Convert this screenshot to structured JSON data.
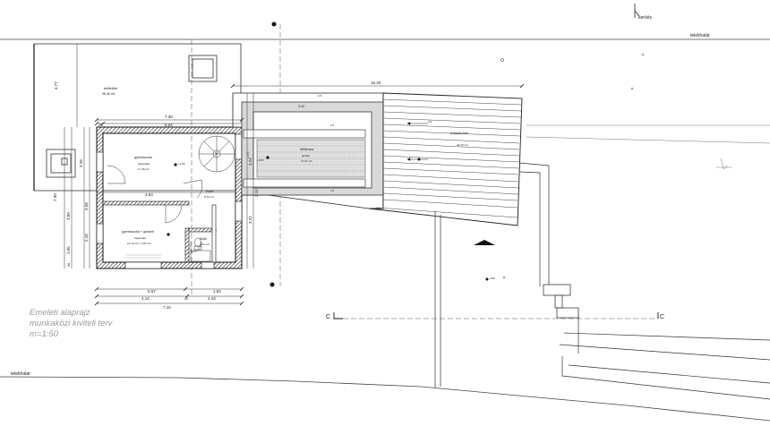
{
  "caption": {
    "line1": "Emeleti alaprajz",
    "line2": "munkaközi kiviteli terv",
    "line3": "m=1:50"
  },
  "boundary": {
    "top_label": "telekhatár",
    "left_label": "telekhatár",
    "neighbor_label": "kerítés"
  },
  "rooms": {
    "roof_area": {
      "name": "tetőfelület",
      "area": "38.46 m2"
    },
    "room_upper": {
      "name": "gyerekszoba",
      "floor": "hajópadló",
      "area": "17.28 m2"
    },
    "hall": {
      "name": "előtér",
      "area": "8.70 m2"
    },
    "room_lower": {
      "name": "gyerekszoba + gardrób",
      "floor": "hajópadló",
      "area": "13.10 m2 + 2.83 m2"
    },
    "bath": {
      "name": "fürdő",
      "area": "4.91 m2"
    },
    "terrace": {
      "name": "tetőterasz",
      "floor": "járólap",
      "area": "17.07 m2"
    },
    "roof_right": {
      "name": "lemezes tető",
      "area": "40.40 m2"
    }
  },
  "dimensions": {
    "top_total": "15.20",
    "w_7_30": "7.30",
    "w_6_54": "6.54",
    "w_45": "45",
    "w_4_53": "4.53",
    "h_4_77": "4.77",
    "h_7_30": "7.30",
    "h_3_89": "3.89",
    "h_3_28": "3.28",
    "h_1_95": "1.95",
    "h_45": "45",
    "h_3_58": "3.58",
    "h_2_18": "2.18",
    "h_3_24": "3.24",
    "h_3_22": "3.22",
    "h_2_15": "2.15",
    "b_5_57": "5.57",
    "b_1_52": "1.52",
    "b_4_12": "4.12",
    "b_2_43": "2.43",
    "b_20": "20",
    "b_7_10": "7.10",
    "roof_2_15": "2.5",
    "terrace_w": "3.40",
    "slope1": "2.5",
    "slope2": "2.5",
    "slope3": "2.5",
    "level1": "+3.60",
    "level2": "+3.60",
    "level3": "+3.80",
    "ground": "0.80"
  },
  "section": {
    "left": "C",
    "right": "C"
  },
  "colors": {
    "line": "#1a1a1a",
    "hatch": "#7a7a7a",
    "terrace_fill": "#d9d9d9",
    "caption": "#9a9a9a"
  },
  "icons": {
    "north": "north-arrow-icon",
    "section_marker": "section-marker-icon",
    "triangle": "elevation-triangle-icon"
  }
}
